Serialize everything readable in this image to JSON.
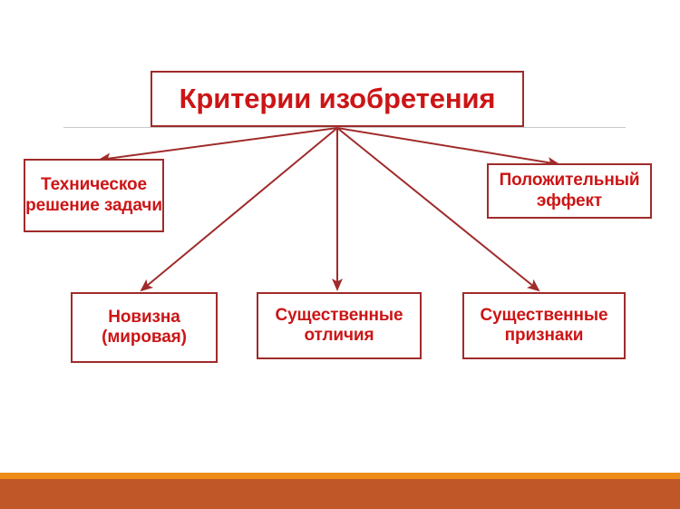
{
  "slide": {
    "background_color": "#ffffff",
    "box_border_color": "#a02b2b",
    "text_color": "#cc1516",
    "connector_color": "#a02b2b",
    "footer_accent_color": "#ed8c16",
    "footer_band_color": "#bf5728",
    "divider_color": "#c9c9c9"
  },
  "diagram": {
    "type": "hierarchy",
    "root": {
      "id": "title",
      "label": "Критерии изобретения"
    },
    "children": [
      {
        "id": "technical",
        "label": "Техническое решение задачи"
      },
      {
        "id": "novelty",
        "label": "Новизна (мировая)"
      },
      {
        "id": "differences",
        "label": "Существенные отличия"
      },
      {
        "id": "features",
        "label": "Существенные признаки"
      },
      {
        "id": "positive",
        "label": "Положительный эффект"
      }
    ],
    "connectors": [
      {
        "from": "title",
        "to": "technical"
      },
      {
        "from": "title",
        "to": "novelty"
      },
      {
        "from": "title",
        "to": "differences"
      },
      {
        "from": "title",
        "to": "features"
      },
      {
        "from": "title",
        "to": "positive"
      }
    ]
  }
}
